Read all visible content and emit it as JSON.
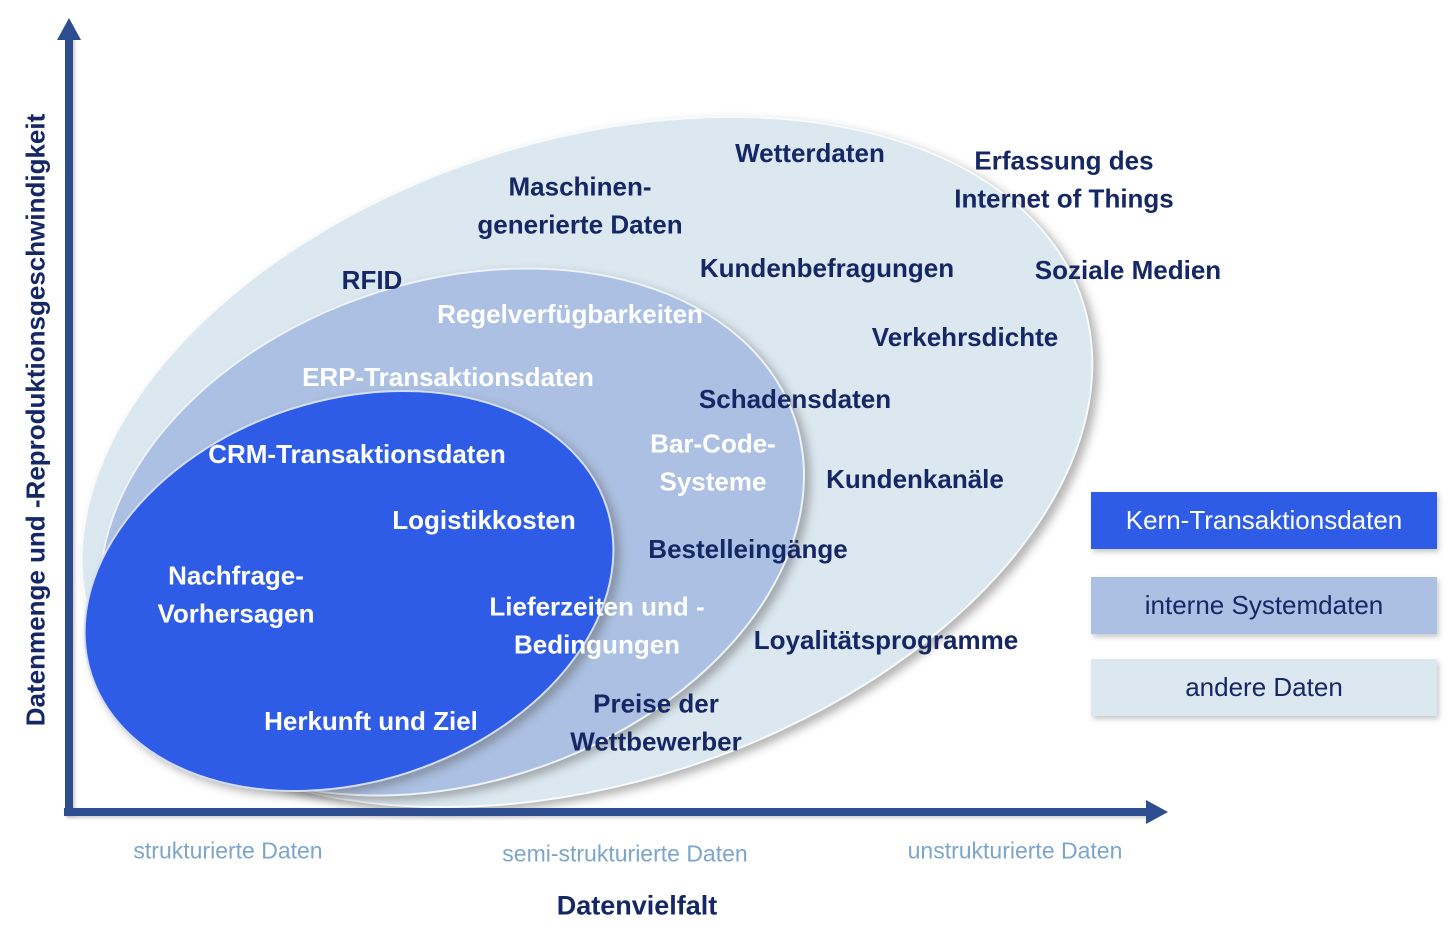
{
  "axes": {
    "y_label": "Datenmenge und -Reproduktionsgeschwindigkeit",
    "x_label": "Datenvielfalt",
    "ticks": [
      "strukturierte Daten",
      "semi-strukturierte Daten",
      "unstrukturierte Daten"
    ]
  },
  "legend": [
    {
      "label": "Kern-Transaktionsdaten",
      "color": "#2e5ce6",
      "text_color": "#ffffff"
    },
    {
      "label": "interne Systemdaten",
      "color": "#abc0e2",
      "text_color": "#152764"
    },
    {
      "label": "andere Daten",
      "color": "#dce8f0",
      "text_color": "#152764"
    }
  ],
  "labels": [
    {
      "id": "wetterdaten",
      "region": "other",
      "text": "Wetterdaten"
    },
    {
      "id": "internet-of-things",
      "region": "other",
      "text": "Erfassung des\nInternet of Things"
    },
    {
      "id": "maschinen-daten",
      "region": "other",
      "text": "Maschinen-\ngenerierte Daten"
    },
    {
      "id": "rfid",
      "region": "other",
      "text": "RFID"
    },
    {
      "id": "kundenbefragungen",
      "region": "other",
      "text": "Kundenbefragungen"
    },
    {
      "id": "soziale-medien",
      "region": "other",
      "text": "Soziale Medien"
    },
    {
      "id": "verkehrsdichte",
      "region": "other",
      "text": "Verkehrsdichte"
    },
    {
      "id": "schadensdaten",
      "region": "other",
      "text": "Schadensdaten"
    },
    {
      "id": "kundenkanaele",
      "region": "other",
      "text": "Kundenkanäle"
    },
    {
      "id": "bestelleingaenge",
      "region": "other",
      "text": "Bestelleingänge"
    },
    {
      "id": "loyalitaetsprogramme",
      "region": "other",
      "text": "Loyalitätsprogramme"
    },
    {
      "id": "preise-wettbewerber",
      "region": "other",
      "text": "Preise der\nWettbewerber"
    },
    {
      "id": "regelverfuegbarkeiten",
      "region": "internal",
      "text": "Regelverfügbarkeiten"
    },
    {
      "id": "erp-transaktionsdaten",
      "region": "internal",
      "text": "ERP-Transaktionsdaten"
    },
    {
      "id": "crm-transaktionsdaten",
      "region": "core",
      "text": "CRM-Transaktionsdaten"
    },
    {
      "id": "bar-code-systeme",
      "region": "internal",
      "text": "Bar-Code-\nSysteme"
    },
    {
      "id": "logistikkosten",
      "region": "core",
      "text": "Logistikkosten"
    },
    {
      "id": "nachfrage-vorhersagen",
      "region": "core",
      "text": "Nachfrage-\nVorhersagen"
    },
    {
      "id": "lieferzeiten",
      "region": "internal",
      "text": "Lieferzeiten und -\nBedingungen"
    },
    {
      "id": "herkunft-und-ziel",
      "region": "core",
      "text": "Herkunft und Ziel"
    }
  ],
  "colors": {
    "core_ellipse": "#2e5ce6",
    "internal_ellipse": "#abc0e2",
    "other_ellipse": "#dce8f0",
    "axis": "#2e4d8e",
    "dark_text": "#152764",
    "tick_text": "#7ca6c9"
  }
}
